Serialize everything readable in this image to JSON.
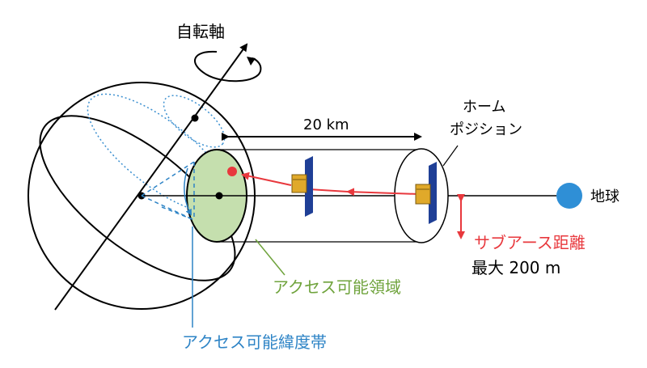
{
  "labels": {
    "rotation_axis": "自転軸",
    "distance": "20 km",
    "home_position_line1": "ホーム",
    "home_position_line2": "ポジション",
    "earth": "地球",
    "sub_earth_distance": "サブアース距離",
    "max_distance": "最大 200 m",
    "access_area": "アクセス可能領域",
    "access_latitude_band": "アクセス可能緯度帯"
  },
  "colors": {
    "red": "#e8383d",
    "green": "#6fa33c",
    "green_fill": "#c5dfae",
    "blue_label": "#2e84c6",
    "earth_blue": "#2f8fd6",
    "dotted_blue": "#3a8fd0",
    "panel_blue": "#1f3f96",
    "body_gold": "#e0a92a",
    "black": "#000000"
  }
}
